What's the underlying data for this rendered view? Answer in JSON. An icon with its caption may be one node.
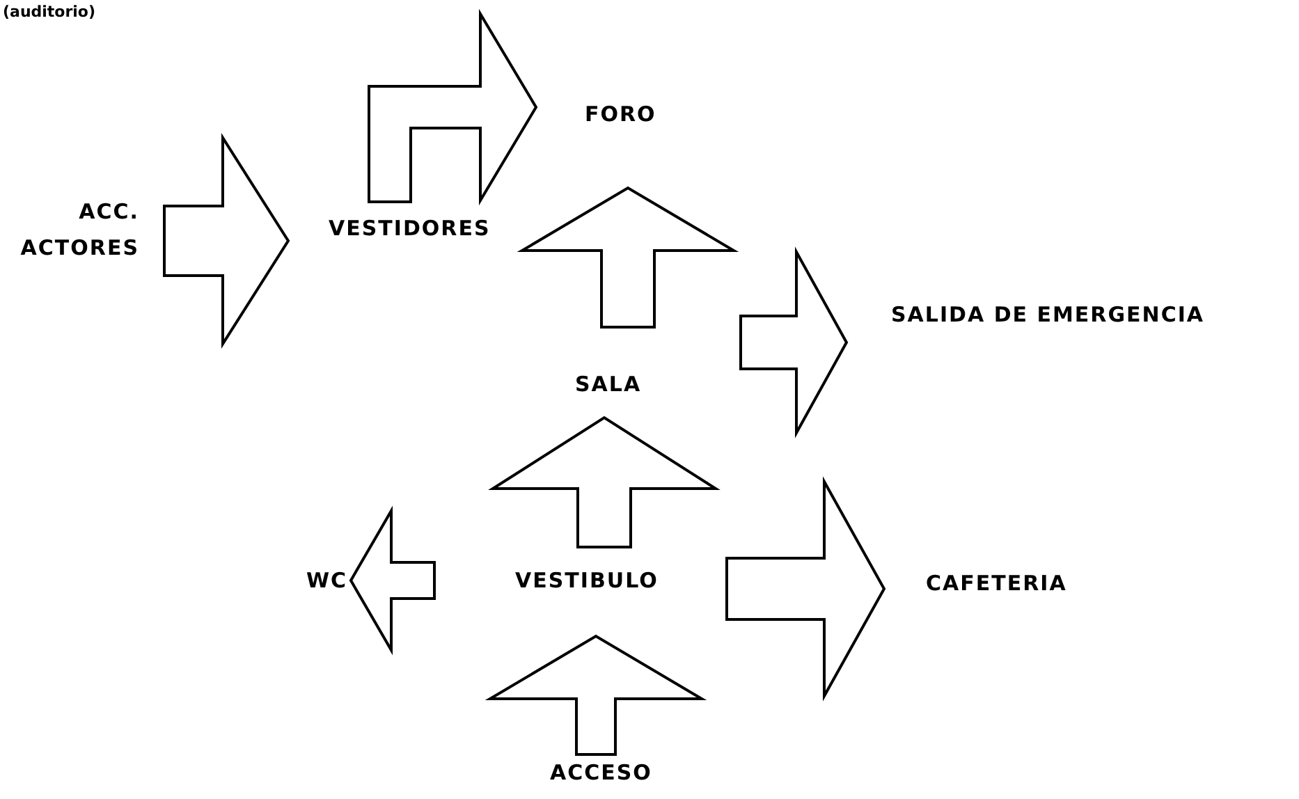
{
  "diagram": {
    "nodes": [
      {
        "text": [
          "ACC. ACTORES"
        ]
      },
      {
        "text": [
          "VESTIDORES"
        ]
      },
      {
        "text": [
          "FORO"
        ]
      },
      {
        "text": [
          "SALA"
        ]
      },
      {
        "text": [
          "SALIDA DE EMERGENCIA"
        ]
      },
      {
        "text": [
          "WC"
        ]
      },
      {
        "text": [
          "VESTIBULO"
        ]
      },
      {
        "text": [
          "CAFETERIA"
        ]
      },
      {
        "text": [
          "ACCESO"
        ]
      }
    ],
    "edges": [
      {
        "from": 0,
        "to": 1,
        "arrow": "to"
      },
      {
        "from": 1,
        "to": 2,
        "arrow": "to"
      },
      {
        "from": 3,
        "to": 2,
        "arrow": "to"
      },
      {
        "from": 3,
        "to": 4,
        "arrow": "to"
      },
      {
        "from": 6,
        "to": 3,
        "arrow": "to"
      },
      {
        "from": 6,
        "to": 5,
        "arrow": "to"
      },
      {
        "from": 6,
        "to": 7,
        "arrow": "to"
      },
      {
        "from": 8,
        "to": 6,
        "arrow": "to"
      }
    ],
    "labels": [
      "(auditorio)"
    ]
  }
}
